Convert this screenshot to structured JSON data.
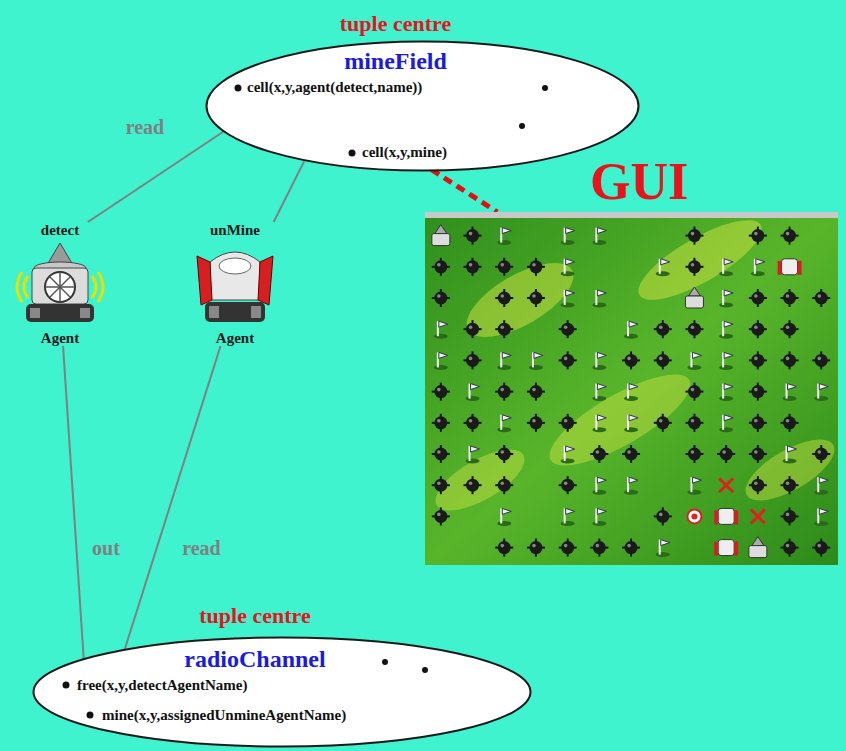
{
  "diagram": {
    "nodes": [
      {
        "text": [
          "tuple centre",
          "mineField"
        ]
      },
      {
        "text": [
          "cell(x,y,agent(detect,name))"
        ],
        "in": 0
      },
      {
        "text": [
          "cell(x,y,mine)"
        ],
        "in": 0
      },
      {
        "text": [
          "GUI"
        ]
      },
      {
        "text": [
          "detect",
          "Agent"
        ]
      },
      {
        "text": [
          "unMine",
          "Agent"
        ]
      },
      {
        "text": [
          "tuple centre",
          "radioChannel"
        ]
      },
      {
        "text": [
          "free(x,y,detectAgentName)"
        ],
        "in": 6
      },
      {
        "text": [
          "mine(x,y,assignedUnmineAgentName)"
        ],
        "in": 6
      }
    ],
    "edges": [
      {
        "from": 1,
        "to": 4,
        "arrow": "none",
        "label": "read"
      },
      {
        "from": 0,
        "to": 5,
        "arrow": "none"
      },
      {
        "from": 2,
        "to": 3,
        "arrow": "none"
      },
      {
        "from": 4,
        "to": 7,
        "arrow": "none",
        "label": "out"
      },
      {
        "from": 5,
        "to": 7,
        "arrow": "none",
        "label": "read"
      }
    ]
  }
}
